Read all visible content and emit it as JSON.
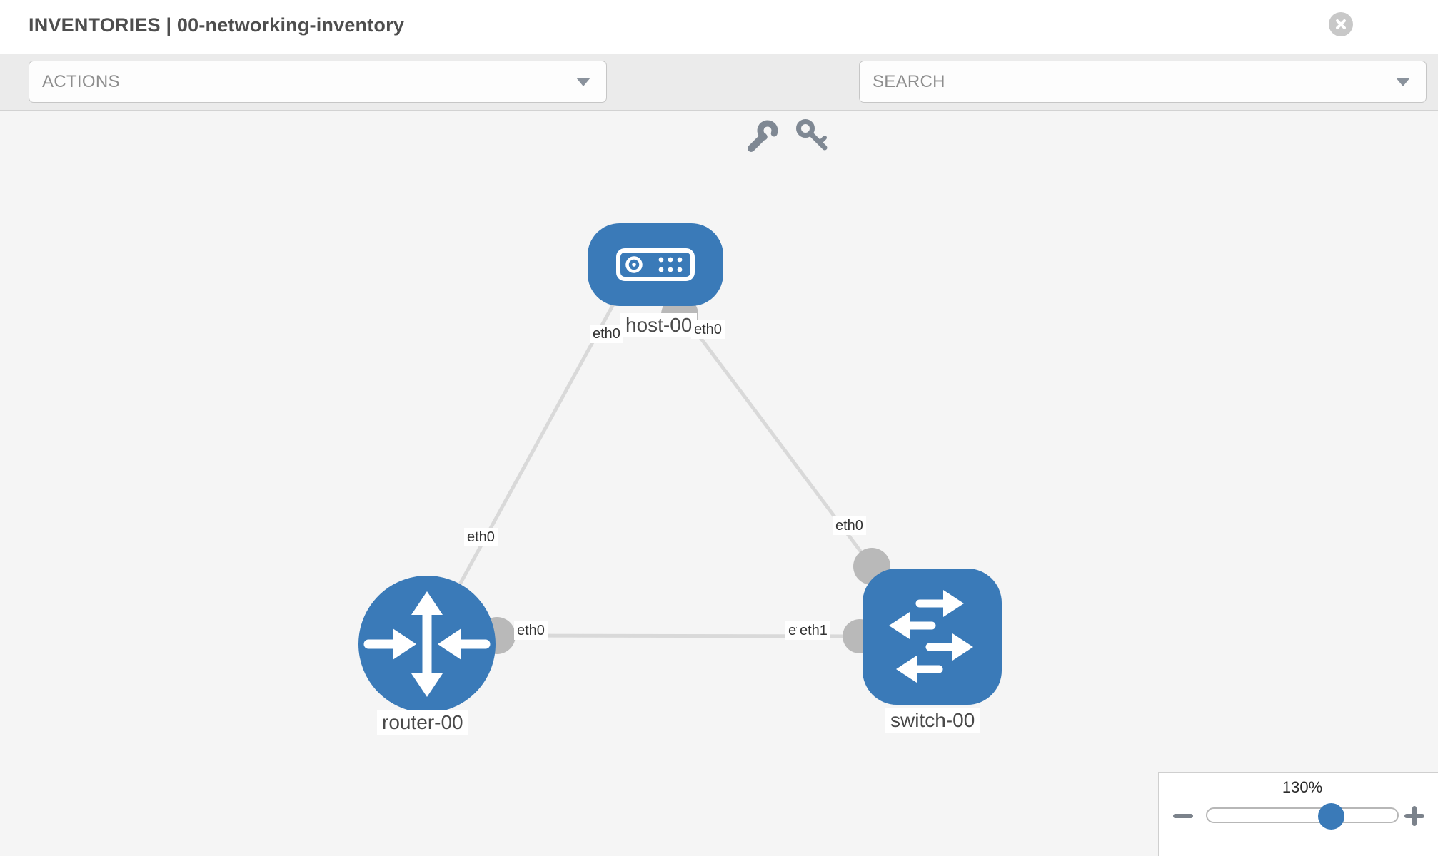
{
  "window": {
    "title": "INVENTORIES | 00-networking-inventory"
  },
  "toolbar": {
    "actions_label": "ACTIONS",
    "search_label": "SEARCH"
  },
  "topology": {
    "nodes": [
      {
        "label": "host-00",
        "type": "host"
      },
      {
        "label": "router-00",
        "type": "router"
      },
      {
        "label": "switch-00",
        "type": "switch"
      }
    ],
    "links": [
      {
        "from": "host-00",
        "to": "router-00"
      },
      {
        "from": "host-00",
        "to": "switch-00"
      },
      {
        "from": "router-00",
        "to": "switch-00"
      }
    ],
    "interface_labels": {
      "host_to_router_at_host": "eth0",
      "host_to_switch_at_host": "eth0",
      "host_to_router_mid": "eth0",
      "host_to_switch_mid": "eth0",
      "router_to_switch_at_router": "eth0",
      "router_to_switch_at_switch_under": "eth0",
      "router_to_switch_at_switch": "eth1"
    }
  },
  "zoom": {
    "level": "130%"
  },
  "icons": {
    "close": "close-icon",
    "actions_caret": "chevron-down-icon",
    "search_caret": "chevron-down-icon",
    "wrench": "wrench-icon",
    "key": "key-icon",
    "minus": "minus-icon",
    "plus": "plus-icon",
    "host": "host-device-icon",
    "router": "router-arrows-icon",
    "switch": "switch-arrows-icon"
  },
  "colors": {
    "node_fill": "#3a7ab8",
    "link": "#d9d9d9",
    "interface_dot": "#b9b9b9",
    "toolbar_bg": "#ebebeb",
    "canvas_bg": "#f5f5f5",
    "slider_thumb": "#3a7ab8"
  }
}
